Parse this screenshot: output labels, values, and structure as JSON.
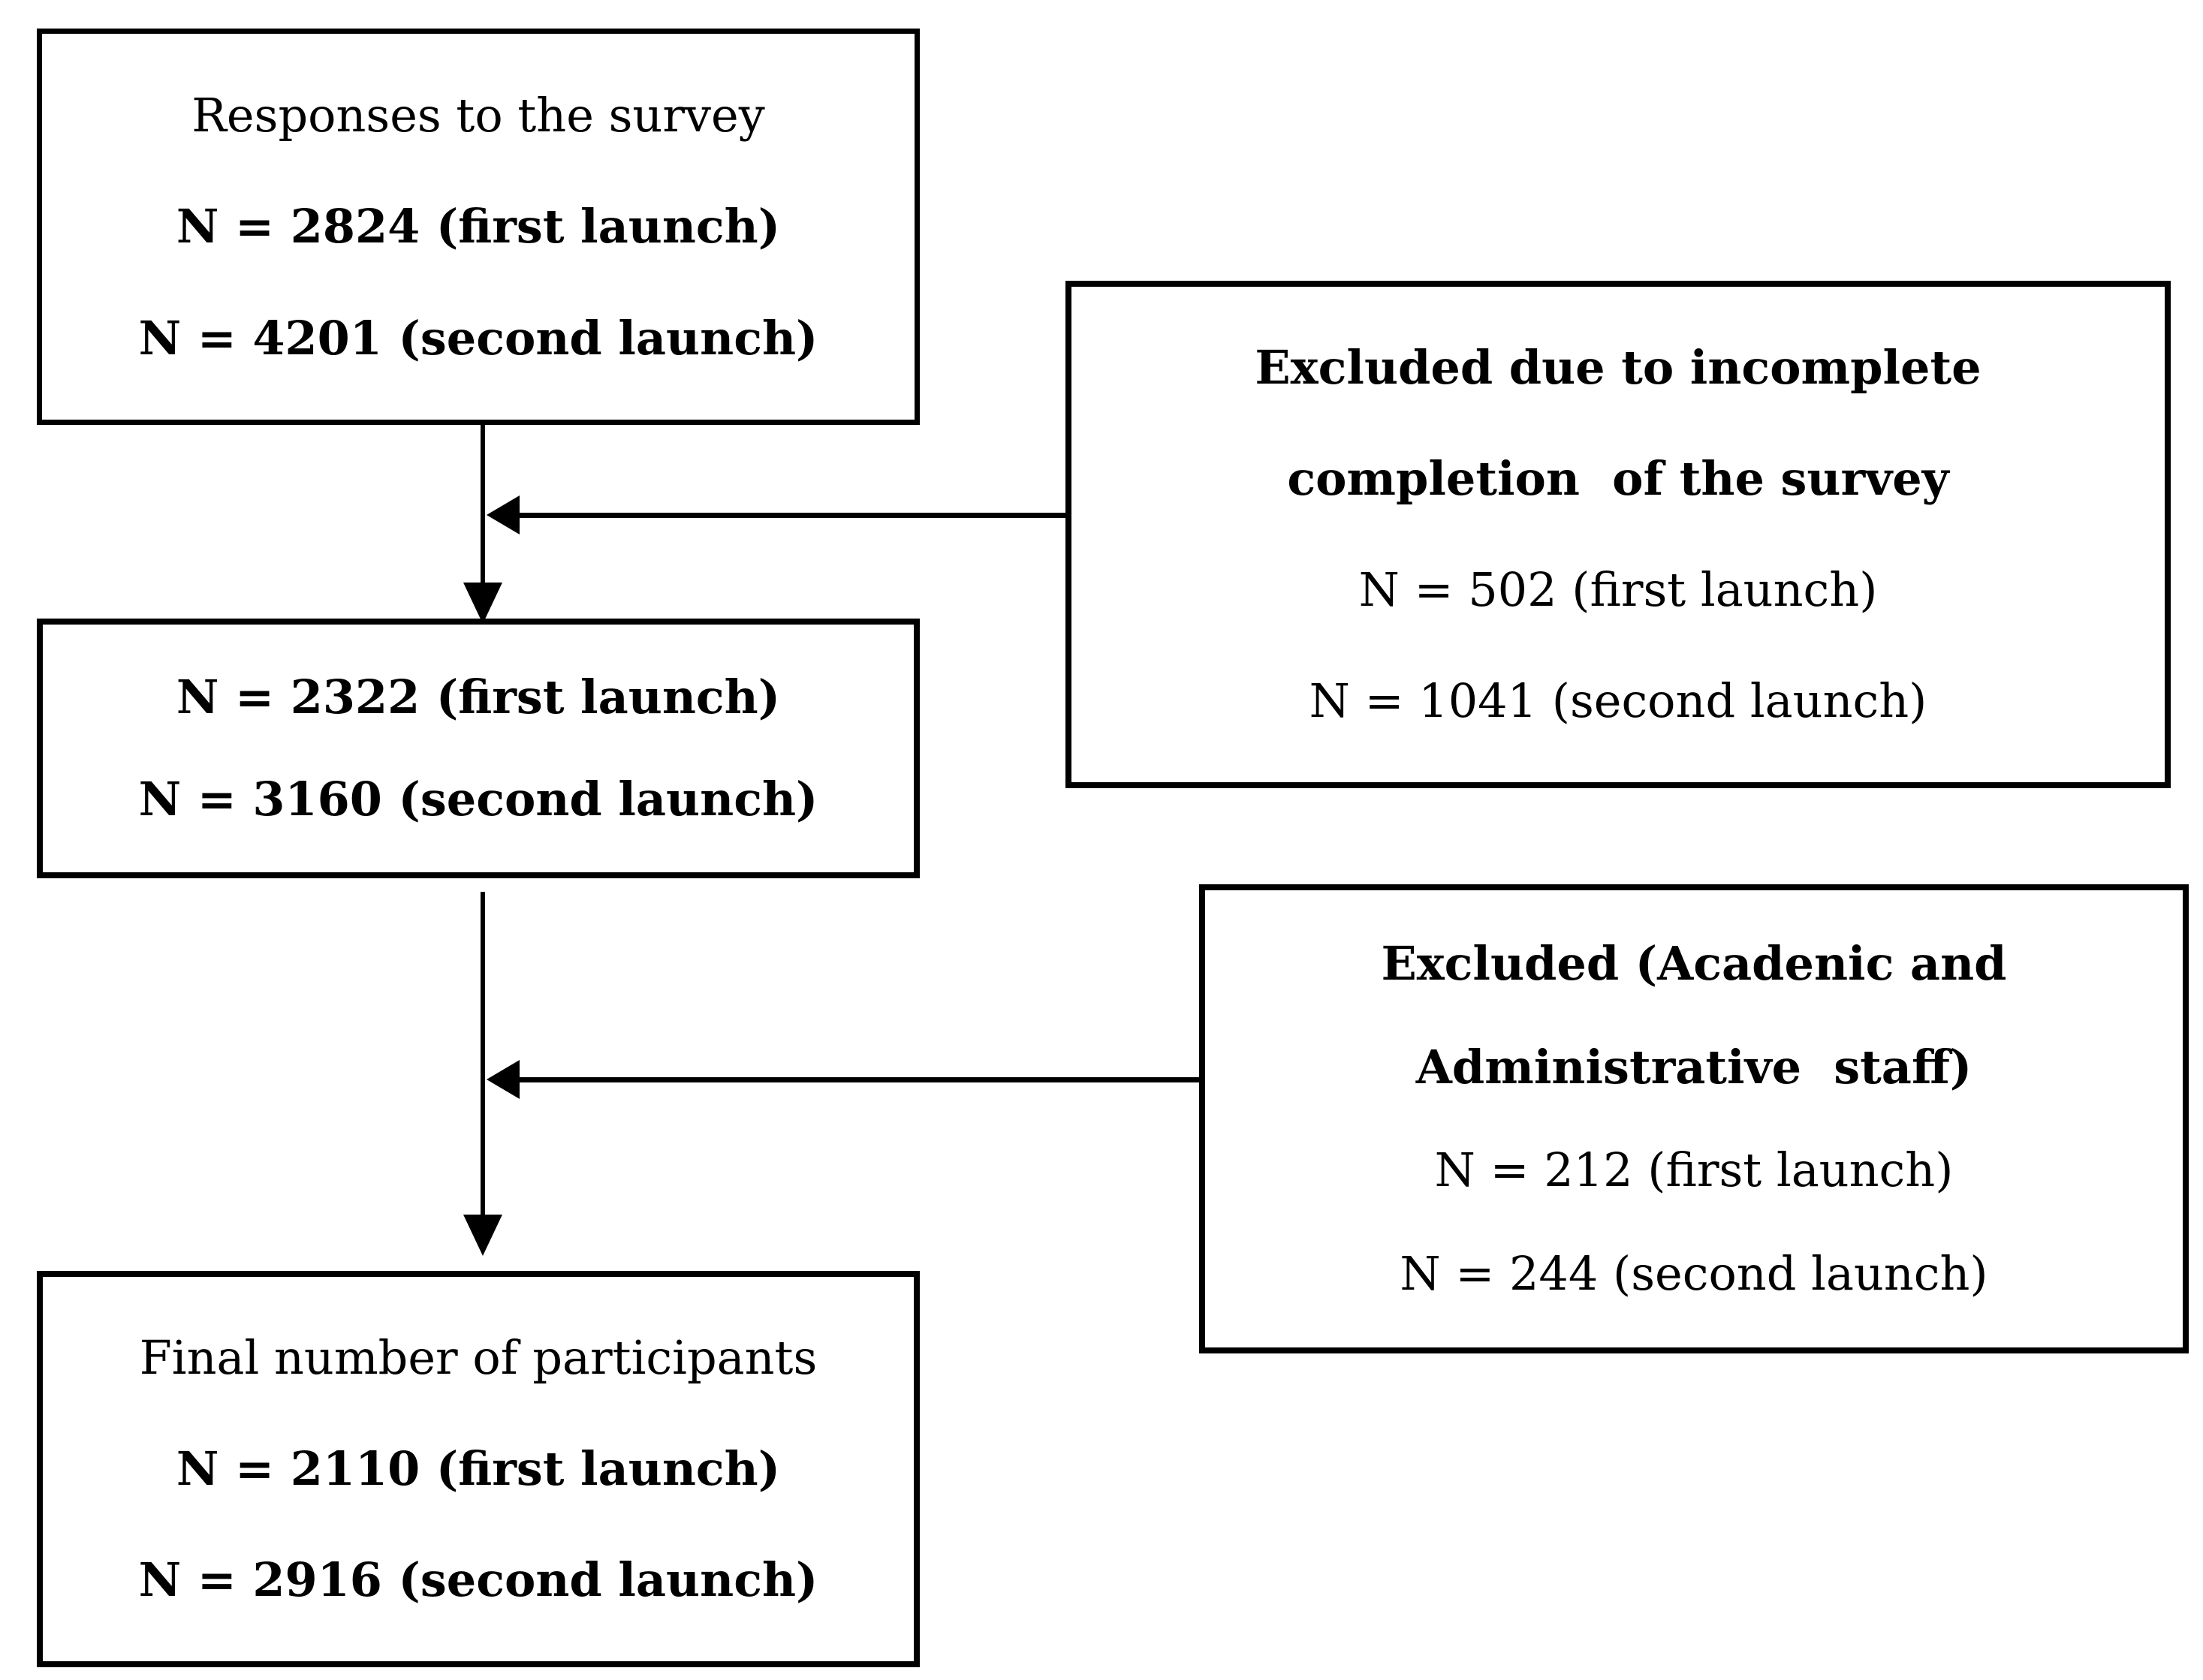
{
  "boxes": {
    "responses": {
      "title": "Responses to the survey",
      "first_launch": "N = 2824 (first launch)",
      "second_launch": "N = 4201 (second launch)"
    },
    "excluded_incomplete": {
      "title_line1": "Excluded due to incomplete",
      "title_line2": "completion  of the survey",
      "first_launch": "N = 502 (first launch)",
      "second_launch": "N = 1041 (second launch)"
    },
    "after_exclusion": {
      "first_launch": "N = 2322 (first launch)",
      "second_launch": "N = 3160 (second launch)"
    },
    "excluded_staff": {
      "title_line1": "Excluded (Acadenic and",
      "title_line2": "Administrative  staff)",
      "first_launch": "N = 212 (first launch)",
      "second_launch": "N = 244 (second launch)"
    },
    "final_participants": {
      "title": "Final number of participants",
      "first_launch": "N = 2110 (first launch)",
      "second_launch": "N = 2916 (second launch)"
    }
  },
  "flow": [
    {
      "from": "responses",
      "to": "after_exclusion"
    },
    {
      "from": "excluded_incomplete",
      "joins": "responses-to-after_exclusion"
    },
    {
      "from": "after_exclusion",
      "to": "final_participants"
    },
    {
      "from": "excluded_staff",
      "joins": "after_exclusion-to-final_participants"
    }
  ],
  "colors": {
    "ink": "#000000",
    "background": "#ffffff"
  }
}
